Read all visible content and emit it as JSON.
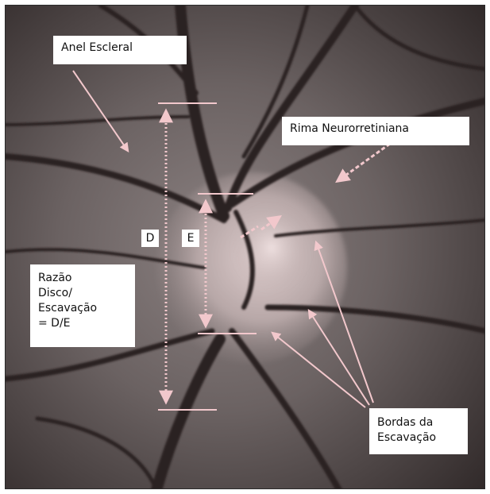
{
  "labels": {
    "scleral_ring": "Anel Escleral",
    "neuroretinal_rim": "Rima Neurorretiniana",
    "disc_tag": "D",
    "cup_tag": "E",
    "ratio_line1": "Razão",
    "ratio_line2": "Disco/",
    "ratio_line3": "Escavação",
    "ratio_line4": "= D/E",
    "cup_borders_line1": "Bordas da",
    "cup_borders_line2": "Escavação"
  },
  "colors": {
    "arrow": "#f2c8cc",
    "fundus_dark": "#2f2828",
    "fundus_mid": "#5a5252",
    "disc_light": "#cdbcbc"
  }
}
